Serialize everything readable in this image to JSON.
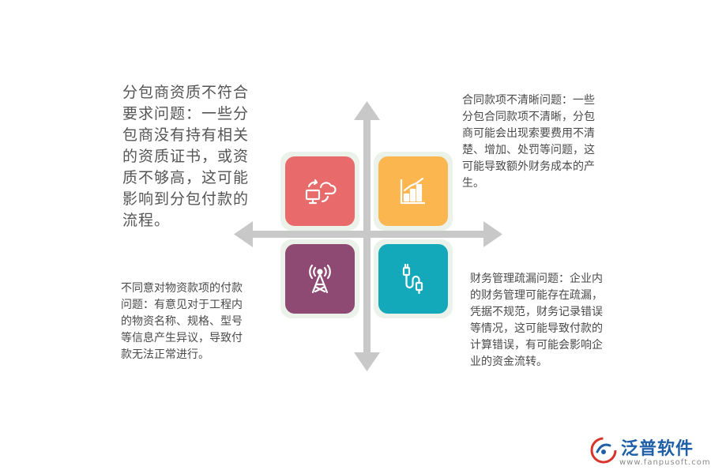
{
  "quadrants": {
    "top_left": {
      "text": "分包商资质不符合\n要求问题：一些分\n包商没有持有相关\n的资质证书，或资\n质不够高，这可能\n影响到分包付款的\n流程。",
      "tile_color": "#e96a6a",
      "icon": "cloud-computer-sync-icon"
    },
    "top_right": {
      "text": "合同款项不清晰问题：一些\n分包合同款项不清晰，分包\n商可能会出现索要费用不清\n楚、增加、处罚等问题，这\n可能导致额外财务成本的产\n生。",
      "tile_color": "#fbb64f",
      "icon": "bar-chart-icon"
    },
    "bottom_left": {
      "text": "不同意对物资款项的付款\n问题：有意见对于工程内\n的物资名称、规格、型号\n等信息产生异议，导致付\n款无法正常进行。",
      "tile_color": "#8e4a72",
      "icon": "signal-tower-icon"
    },
    "bottom_right": {
      "text": "财务管理疏漏问题：企业内\n的财务管理可能存在疏漏，\n凭据不规范，财务记录错误\n等情况，这可能导致付款的\n计算错误，有可能会影响企\n业的资金流转。",
      "tile_color": "#13a9bb",
      "icon": "cable-connector-icon"
    }
  },
  "arrow_color": "#c8c8c8",
  "logo": {
    "name": "泛普软件",
    "url": "www.fanpusoft.com",
    "color": "#1f5fa8"
  }
}
